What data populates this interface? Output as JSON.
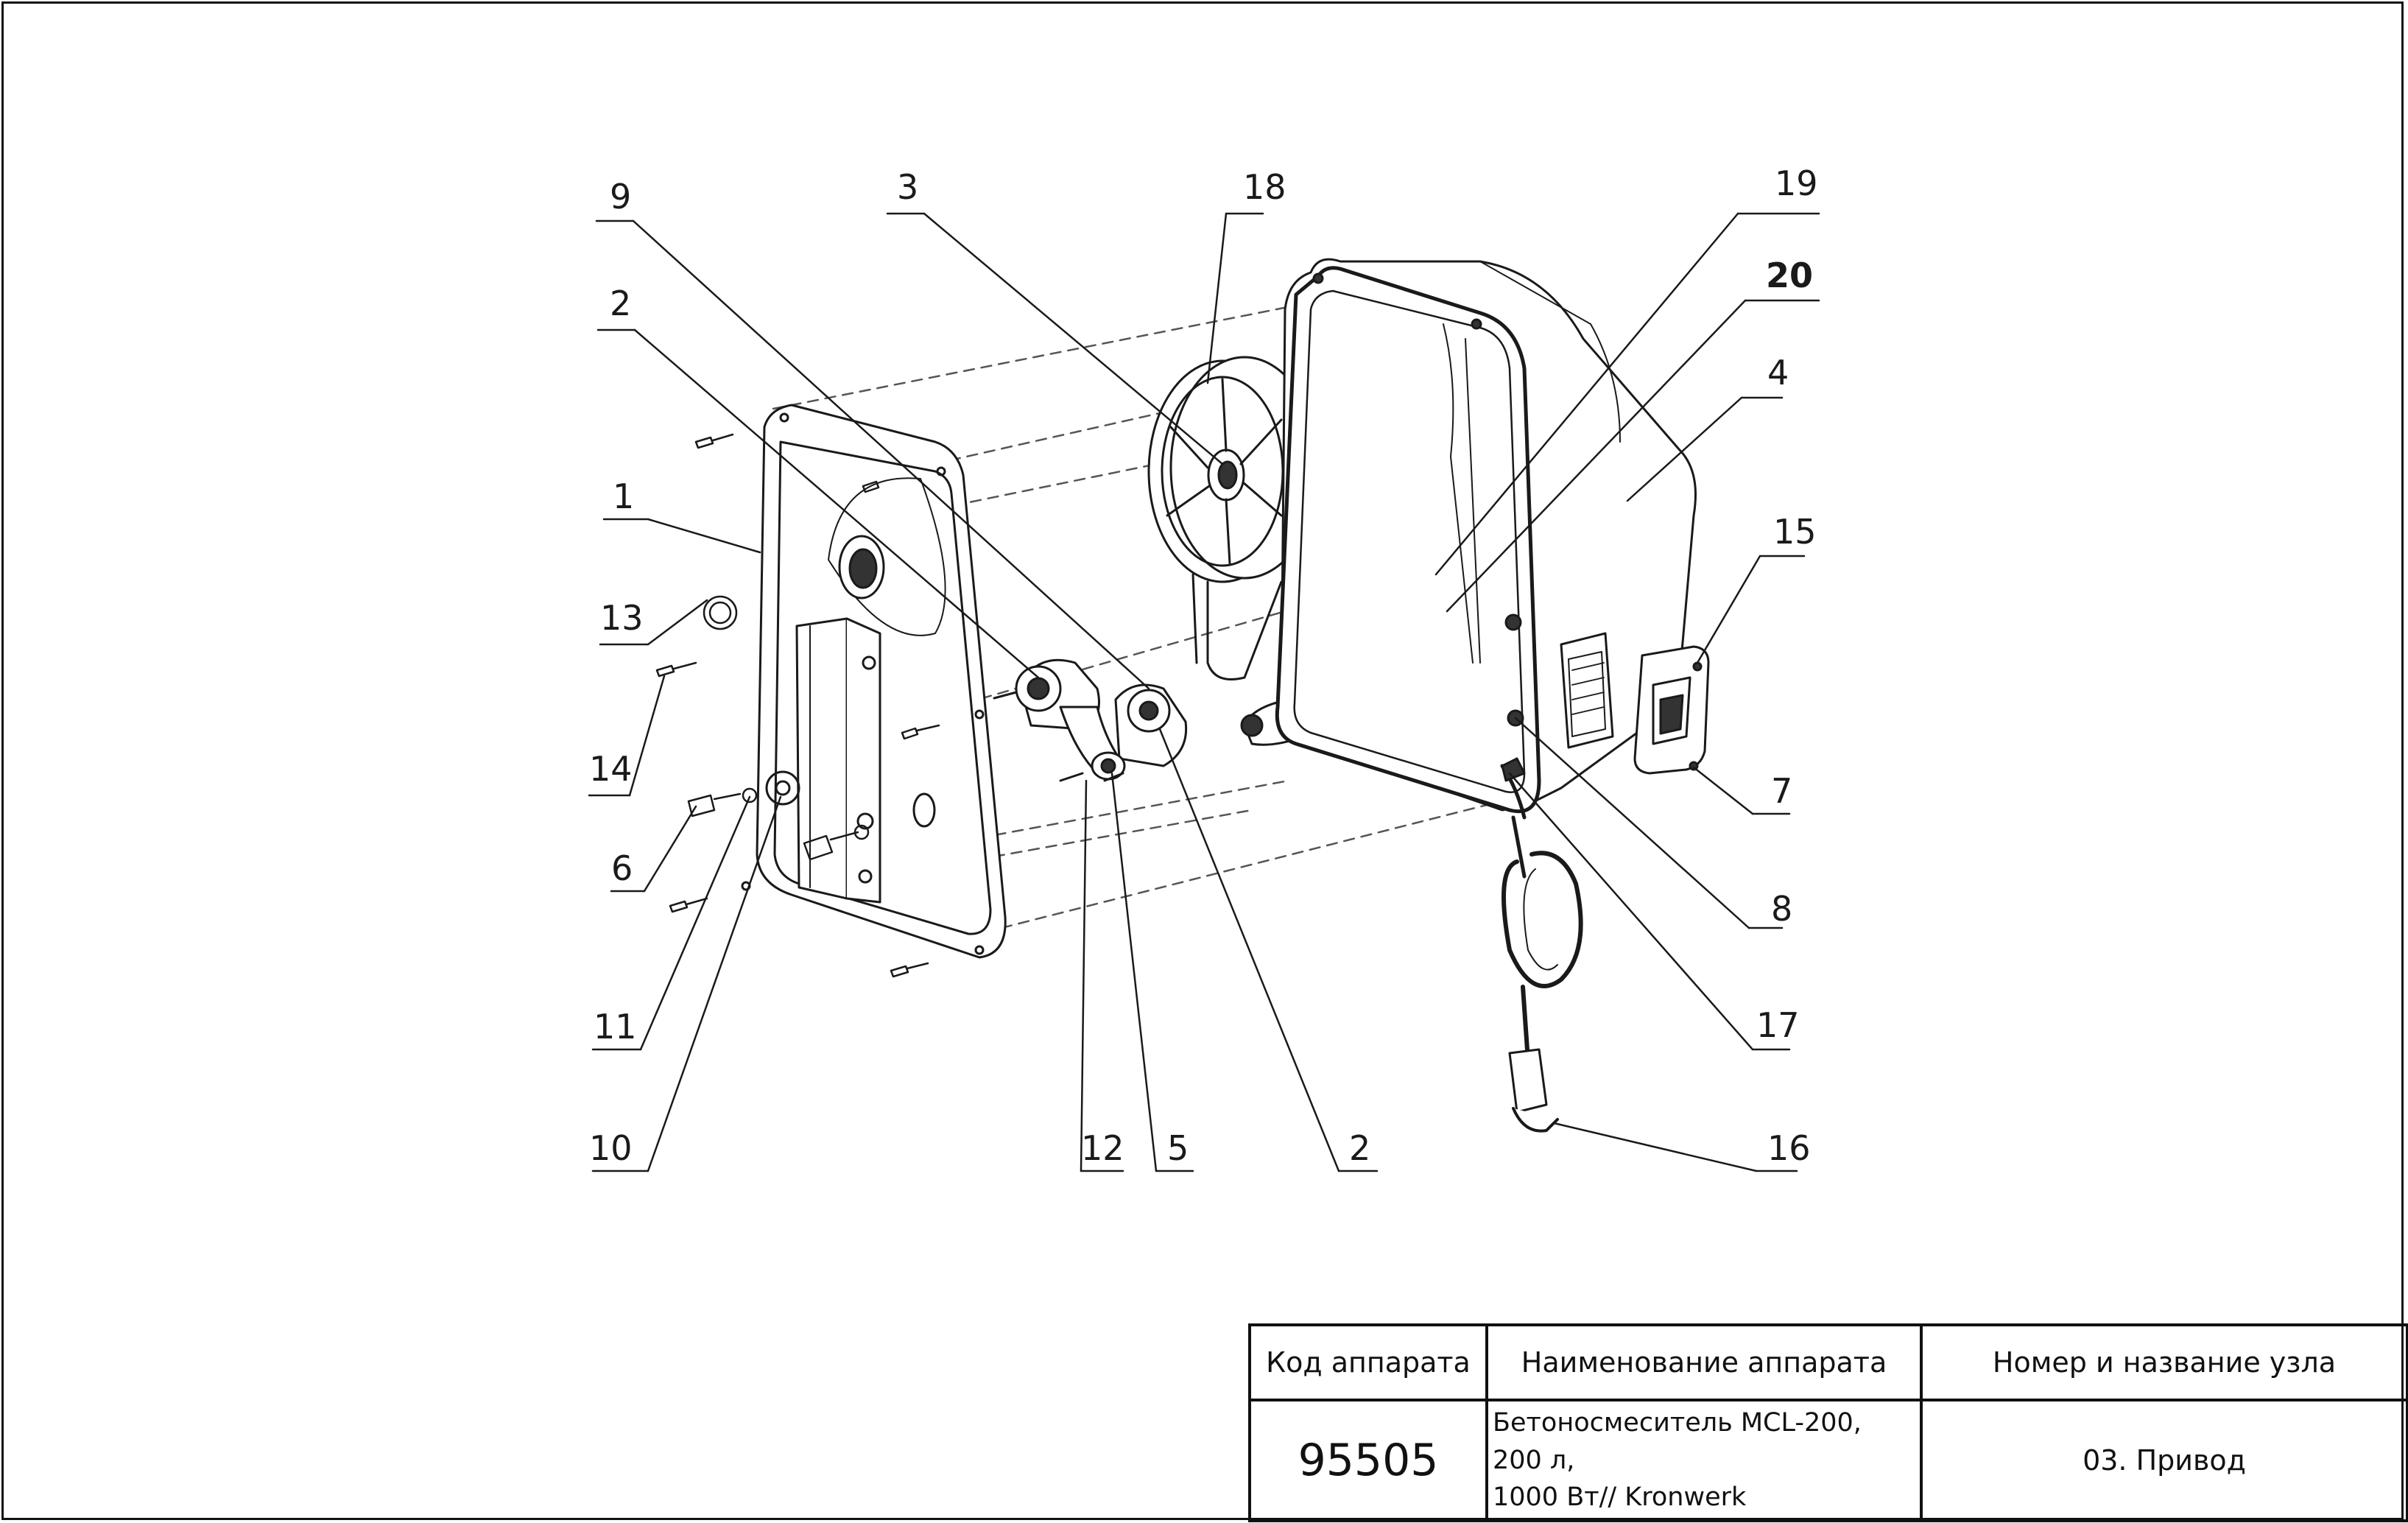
{
  "diagram": {
    "callouts": {
      "c9": "9",
      "c3": "3",
      "c18": "18",
      "c19": "19",
      "c20": "20",
      "c2a": "2",
      "c4": "4",
      "c1": "1",
      "c15": "15",
      "c13": "13",
      "c14": "14",
      "c7": "7",
      "c6": "6",
      "c8": "8",
      "c11": "11",
      "c17": "17",
      "c10": "10",
      "c12": "12",
      "c5": "5",
      "c2b": "2",
      "c16": "16"
    },
    "line_color": "#1a1a1a"
  },
  "title_block": {
    "headers": {
      "code": "Код аппарата",
      "name": "Наименование аппарата",
      "unit": "Номер и название узла"
    },
    "values": {
      "code": "95505",
      "name_line1": "Бетоносмеситель MCL-200, 200 л,",
      "name_line2": "1000 Вт// Kronwerk",
      "unit": "03. Привод"
    }
  }
}
